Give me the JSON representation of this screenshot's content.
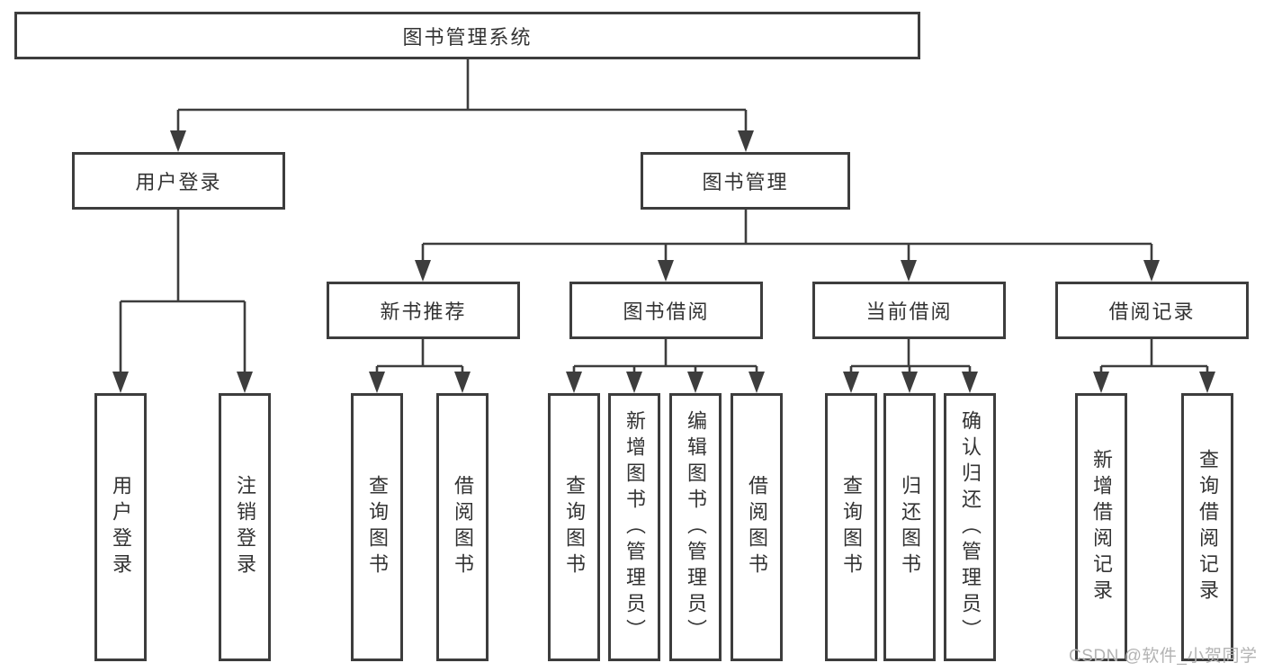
{
  "diagram": {
    "root": {
      "label": "图书管理系统"
    },
    "level2": [
      {
        "label": "用户登录"
      },
      {
        "label": "图书管理"
      }
    ],
    "level3": [
      {
        "label": "新书推荐"
      },
      {
        "label": "图书借阅"
      },
      {
        "label": "当前借阅"
      },
      {
        "label": "借阅记录"
      }
    ],
    "leaves": {
      "user_login": [
        "用户登录",
        "注销登录"
      ],
      "new_book": [
        "查询图书",
        "借阅图书"
      ],
      "book_borrow": [
        "查询图书",
        "新增图书（管理员）",
        "编辑图书（管理员）",
        "借阅图书"
      ],
      "current_borrow": [
        "查询图书",
        "归还图书",
        "确认归还（管理员）"
      ],
      "borrow_records": [
        "新增借阅记录",
        "查询借阅记录"
      ]
    },
    "watermark": "CSDN @软件_小贺同学",
    "colors": {
      "line": "#3d3d3d",
      "text": "#333333",
      "box_bg": "#ffffff",
      "watermark": "#b3b3b3",
      "background": "#ffffff"
    }
  }
}
